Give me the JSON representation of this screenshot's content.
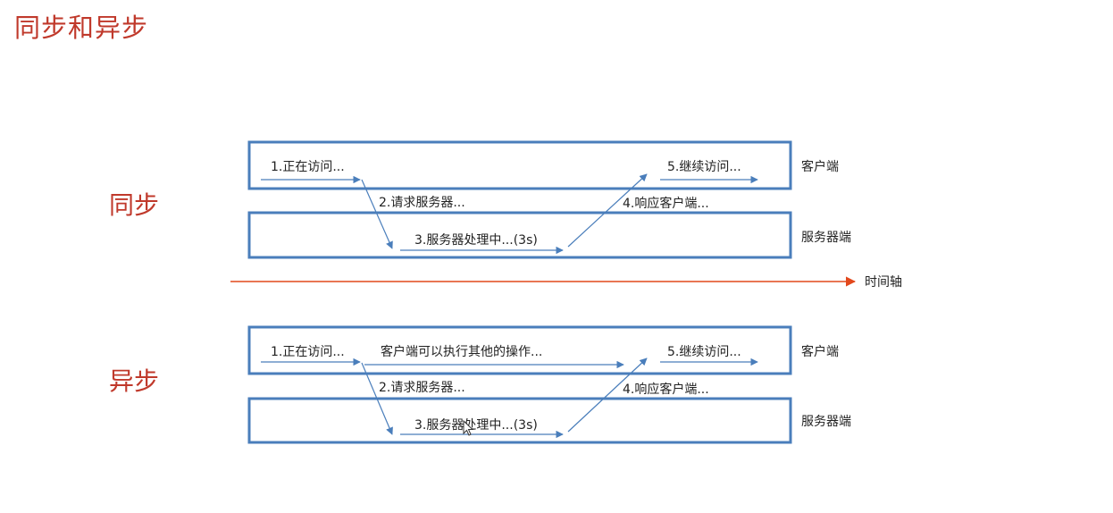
{
  "title": "同步和异步",
  "timeline_label": "时间轴",
  "sections": [
    {
      "label": "同步",
      "client_label": "客户端",
      "server_label": "服务器端",
      "steps": {
        "access": "1.正在访问...",
        "request": "2.请求服务器...",
        "processing": "3.服务器处理中...(3s)",
        "respond": "4.响应客户端...",
        "continue": "5.继续访问..."
      }
    },
    {
      "label": "异步",
      "client_label": "客户端",
      "server_label": "服务器端",
      "steps": {
        "access": "1.正在访问...",
        "other_ops": "客户端可以执行其他的操作...",
        "request": "2.请求服务器...",
        "processing": "3.服务器处理中...(3s)",
        "respond": "4.响应客户端...",
        "continue": "5.继续访问..."
      }
    }
  ],
  "colors": {
    "title": "#c0392b",
    "lane_border": "#4a7ebb",
    "timeline": "#e2481c"
  }
}
